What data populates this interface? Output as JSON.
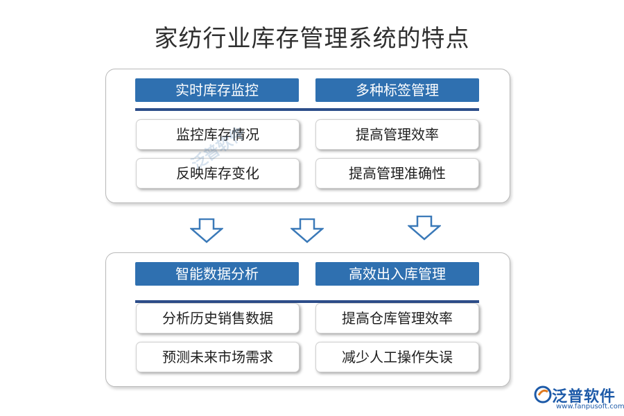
{
  "title": "家纺行业库存管理系统的特点",
  "top_panel": {
    "left_header": "实时库存监控",
    "right_header": "多种标签管理",
    "left_items": [
      "监控库存情况",
      "反映库存变化"
    ],
    "right_items": [
      "提高管理效率",
      "提高管理准确性"
    ]
  },
  "bottom_panel": {
    "left_header": "智能数据分析",
    "right_header": "高效出入库管理",
    "left_items": [
      "分析历史销售数据",
      "预测未来市场需求"
    ],
    "right_items": [
      "提高仓库管理效率",
      "减少人工操作失误"
    ]
  },
  "logo": {
    "name": "泛普软件",
    "url": "www.fanpusoft.com"
  },
  "watermark": "泛普软件",
  "colors": {
    "header_bg": "#2f70b0",
    "divider": "#2d4e8a",
    "arrow_stroke": "#3a79b8"
  }
}
